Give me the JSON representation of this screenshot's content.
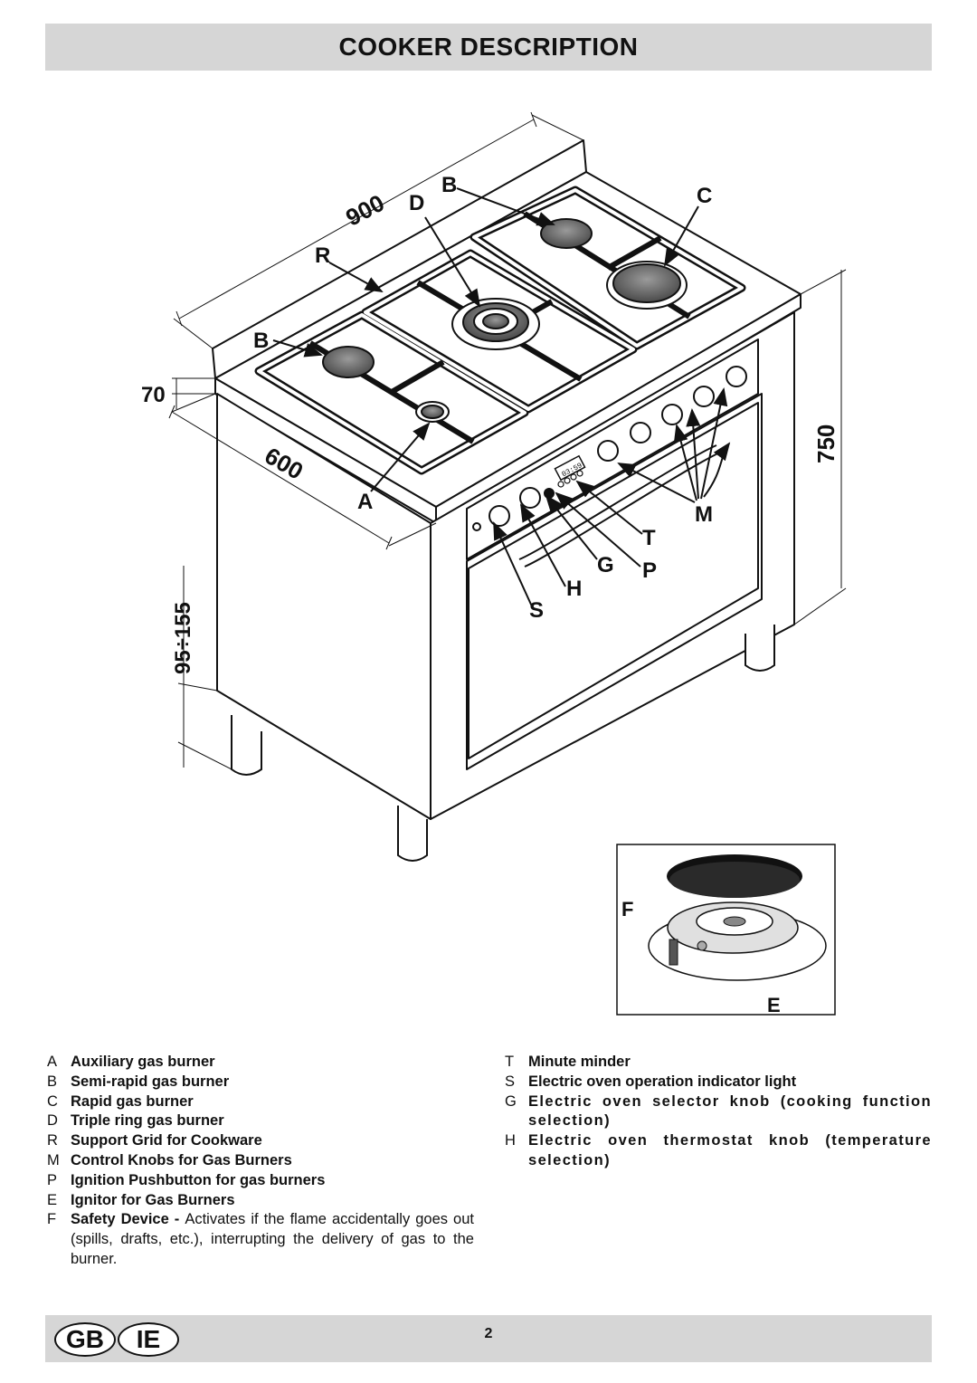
{
  "header": {
    "title": "COOKER DESCRIPTION"
  },
  "diagram": {
    "callouts": {
      "A": "A",
      "B": "B",
      "C": "C",
      "D": "D",
      "R": "R",
      "M": "M",
      "T": "T",
      "G": "G",
      "P": "P",
      "H": "H",
      "S": "S",
      "F": "F",
      "E": "E"
    },
    "dimensions": {
      "width": "900",
      "depth": "600",
      "height": "750",
      "top_height": "70",
      "feet_height": "95÷155"
    },
    "timer_display": "03:59"
  },
  "legend_left": [
    {
      "code": "A",
      "text": "Auxiliary gas burner"
    },
    {
      "code": "B",
      "text": "Semi-rapid gas burner"
    },
    {
      "code": "C",
      "text": "Rapid gas burner"
    },
    {
      "code": "D",
      "text": "Triple ring gas burner"
    },
    {
      "code": "R",
      "text": "Support Grid for Cookware"
    },
    {
      "code": "M",
      "text": "Control Knobs for Gas Burners"
    },
    {
      "code": "P",
      "text": "Ignition Pushbutton for gas burners"
    },
    {
      "code": "E",
      "text": "Ignitor for Gas Burners"
    },
    {
      "code": "F",
      "text": "Safety Device - ",
      "desc": "Activates if the flame accidentally goes out (spills, drafts, etc.), interrupting the delivery of gas to the burner."
    }
  ],
  "legend_right": [
    {
      "code": "T",
      "text": "Minute minder"
    },
    {
      "code": "S",
      "text": "Electric oven operation indicator light"
    },
    {
      "code": "G",
      "text": "Electric oven selector knob (cooking function selection)"
    },
    {
      "code": "H",
      "text": "Electric oven thermostat knob (temperature selection)"
    }
  ],
  "footer": {
    "badge_gb": "GB",
    "badge_ie": "IE",
    "page_number": "2"
  }
}
